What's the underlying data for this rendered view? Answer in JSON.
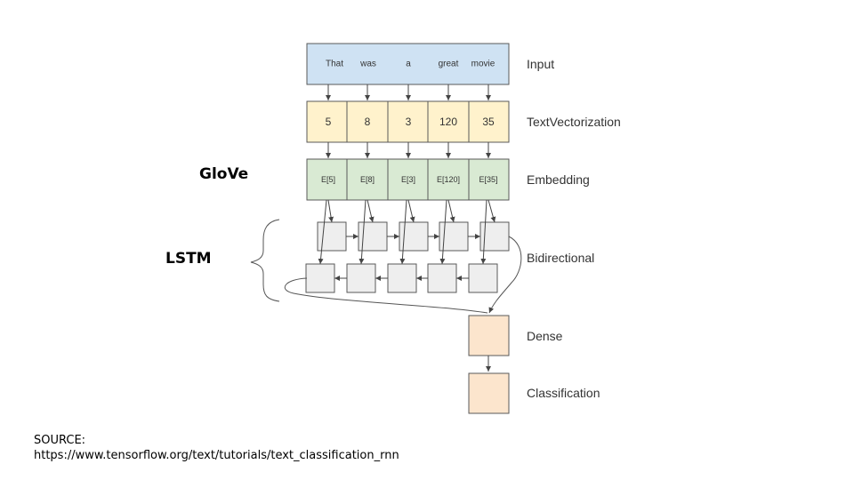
{
  "diagram": {
    "input_words": [
      "That",
      "was",
      "a",
      "great",
      "movie"
    ],
    "vectorization_values": [
      "5",
      "8",
      "3",
      "120",
      "35"
    ],
    "embedding_values": [
      "E[5]",
      "E[8]",
      "E[3]",
      "E[120]",
      "E[35]"
    ],
    "layer_labels": {
      "input": "Input",
      "vectorization": "TextVectorization",
      "embedding": "Embedding",
      "bidirectional": "Bidirectional",
      "dense": "Dense",
      "classification": "Classification"
    },
    "side_labels": {
      "glove": "GloVe",
      "lstm": "LSTM"
    },
    "colors": {
      "input_fill": "#cfe2f3",
      "vectorization_fill": "#fff2cc",
      "embedding_fill": "#d9ead3",
      "lstm_fill": "#eeeeee",
      "dense_fill": "#fce5cd",
      "stroke": "#595959"
    }
  },
  "source": {
    "label": "SOURCE:",
    "url": "https://www.tensorflow.org/text/tutorials/text_classification_rnn"
  }
}
